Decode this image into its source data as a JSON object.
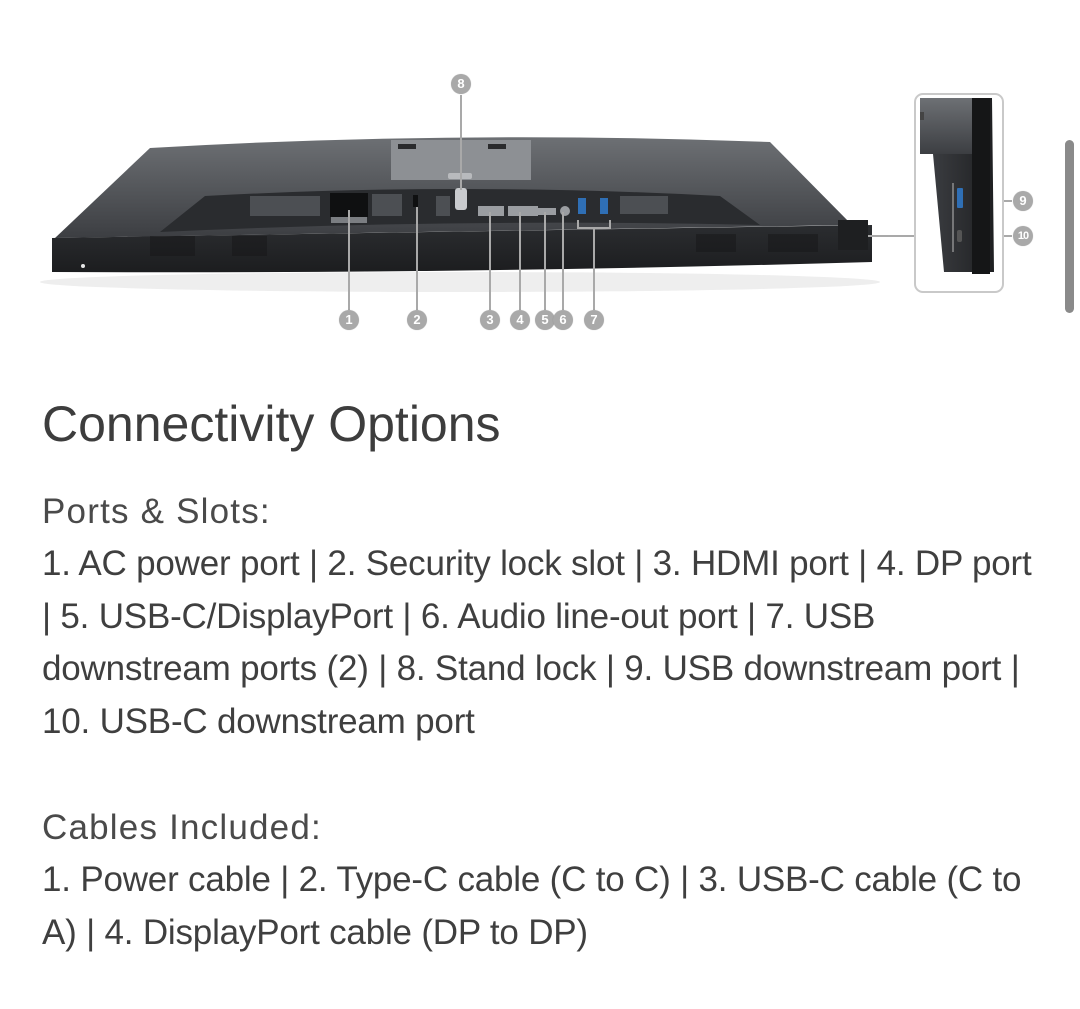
{
  "figure": {
    "description": "Monitor rear and side view with numbered port callouts",
    "callouts": [
      {
        "number": "1",
        "label_ref": "AC power port"
      },
      {
        "number": "2",
        "label_ref": "Security lock slot"
      },
      {
        "number": "3",
        "label_ref": "HDMI port"
      },
      {
        "number": "4",
        "label_ref": "DP port"
      },
      {
        "number": "5",
        "label_ref": "USB-C/DisplayPort"
      },
      {
        "number": "6",
        "label_ref": "Audio line-out port"
      },
      {
        "number": "7",
        "label_ref": "USB downstream ports (2)"
      },
      {
        "number": "8",
        "label_ref": "Stand lock"
      },
      {
        "number": "9",
        "label_ref": "USB downstream port"
      },
      {
        "number": "10",
        "label_ref": "USB-C downstream port"
      }
    ]
  },
  "page": {
    "title": "Connectivity Options"
  },
  "ports_section": {
    "heading": "Ports & Slots:",
    "body": "1. AC power port | 2. Security lock slot | 3. HDMI port | 4. DP port | 5. USB-C/DisplayPort | 6. Audio line-out port | 7. USB downstream ports (2) | 8. Stand lock | 9. USB downstream port | 10. USB-C downstream port"
  },
  "cables_section": {
    "heading": "Cables Included:",
    "body": "1. Power cable | 2. Type-C cable (C to C) | 3. USB-C cable (C to A) | 4. DisplayPort cable (DP to DP)"
  },
  "colors": {
    "text": "#3f3f3f",
    "callout_badge": "#a9a9a9",
    "monitor_body": "#2e3033",
    "usb_accent": "#2f6fb5",
    "scrollbar": "#8a8a8a"
  }
}
